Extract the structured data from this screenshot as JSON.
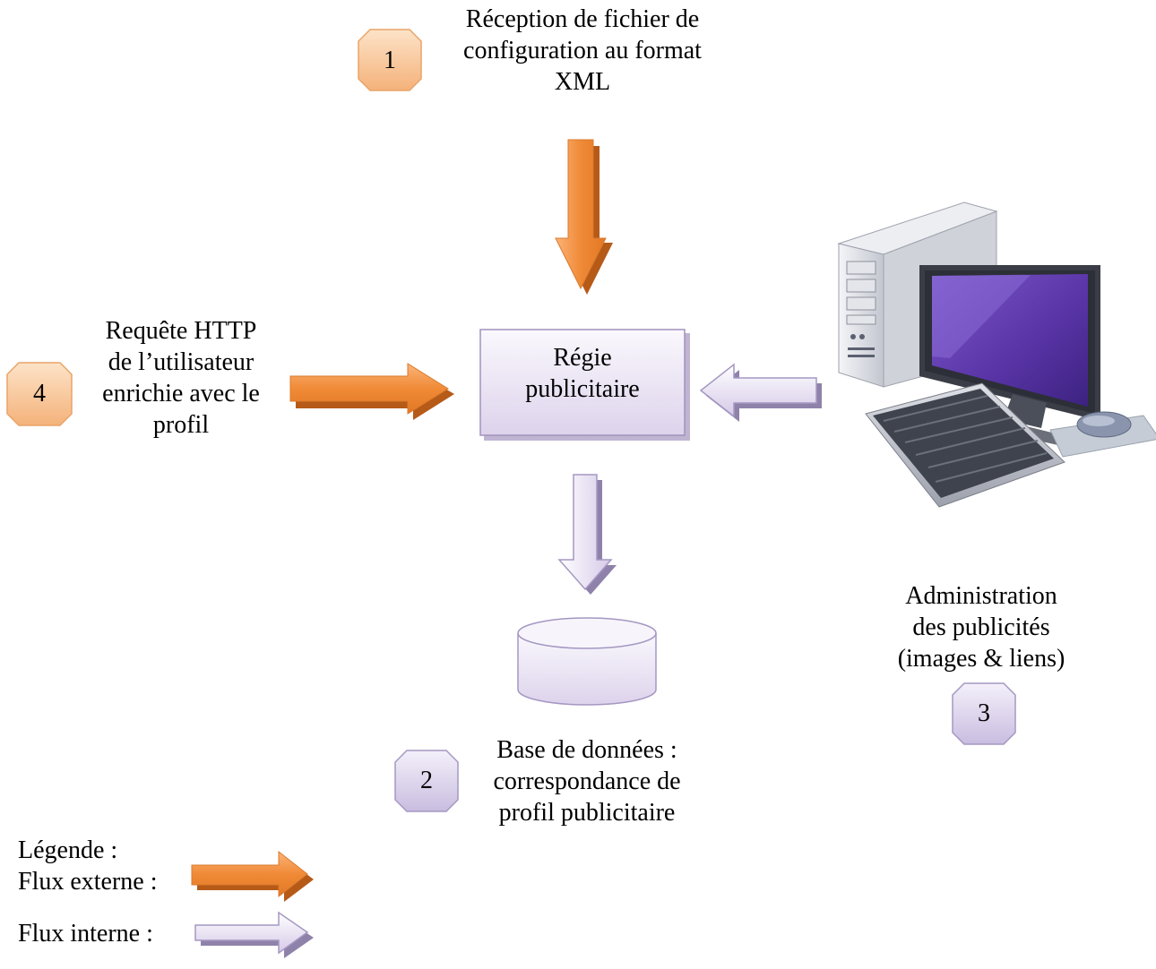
{
  "steps": {
    "step1": {
      "number": "1",
      "lines": [
        "Réception de fichier de",
        "configuration au format",
        "XML"
      ]
    },
    "step2": {
      "number": "2",
      "lines": [
        "Base de données :",
        "correspondance de",
        "profil publicitaire"
      ]
    },
    "step3": {
      "number": "3",
      "lines": [
        "Administration",
        "des publicités",
        "(images & liens)"
      ]
    },
    "step4": {
      "number": "4",
      "lines": [
        "Requête HTTP",
        "de l’utilisateur",
        "enrichie avec le",
        "profil"
      ]
    }
  },
  "center_box": {
    "lines": [
      "Régie",
      "publicitaire"
    ]
  },
  "legend": {
    "title": "Légende :",
    "external_label": "Flux externe :",
    "internal_label": "Flux interne :"
  },
  "colors": {
    "external_flow": "#f0903f",
    "internal_flow": "#ddd4ec",
    "badge_external": "#f7c79b",
    "badge_internal": "#ded6ec",
    "box_fill": "#ece7f4",
    "box_border": "#a292bd"
  },
  "icons": [
    "computer-workstation-icon",
    "database-cylinder-icon"
  ]
}
